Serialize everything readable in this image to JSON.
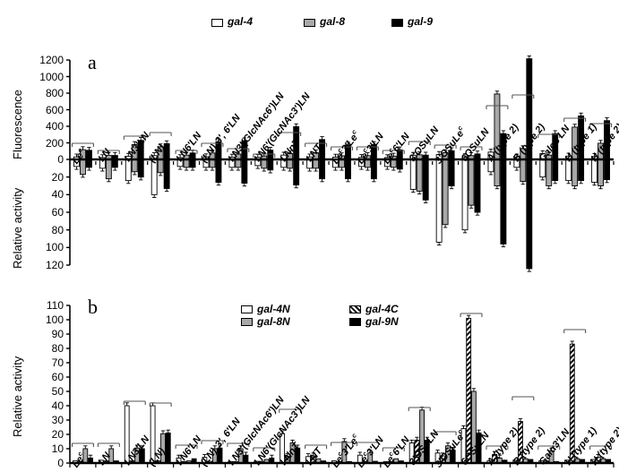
{
  "figure": {
    "panel_a_letter": "a",
    "panel_b_letter": "b",
    "axis_title_fluorescence": "Fluorescence",
    "axis_title_relative_activity": "Relative activity",
    "axis_title_relative_activity_b": "Relative activity"
  },
  "legend_a": {
    "items": [
      {
        "label": "gal-4",
        "swatch": "white-square"
      },
      {
        "label": "gal-8",
        "swatch": "gray-square"
      },
      {
        "label": "gal-9",
        "swatch": "black-square"
      }
    ]
  },
  "legend_b": {
    "items": [
      {
        "label": "gal-4N",
        "swatch": "white-square"
      },
      {
        "label": "gal-4C",
        "swatch": "hatched-square"
      },
      {
        "label": "gal-8N",
        "swatch": "gray-square"
      },
      {
        "label": "gal-9N",
        "swatch": "black-square"
      }
    ]
  },
  "chart_data": [
    {
      "type": "bar",
      "panel": "a",
      "title": "",
      "xlabel": "",
      "ylabel_upper": "Fluorescence",
      "ylabel_lower": "Relative activity",
      "ylim_upper": [
        0,
        1200
      ],
      "ylim_lower": [
        0,
        120
      ],
      "yticks_upper": [
        0,
        200,
        400,
        600,
        800,
        1000,
        1200
      ],
      "yticks_lower": [
        20,
        40,
        60,
        80,
        100,
        120
      ],
      "grid": false,
      "legend_position": "top-center",
      "categories": [
        "Le<sup>c</sup>",
        "LN",
        "LN3'LN",
        "(LN)<sub>3</sub>",
        "LN6'LN",
        "(LN)<sub>2</sub>3', 6'LN",
        "LN3'(GlcNAc6')LN",
        "LN6'(GlcNAc3')LN",
        "LNnT",
        "LNT",
        "Le<sup>c</sup>3'Le<sup>c</sup>",
        "Le<sup>c</sup>3'LN",
        "Le<sup>c</sup>6'LN",
        "3'OSuLN",
        "3'OSuLe<sup>c</sup>",
        "6OSuLN",
        "A (type 2)",
        "B (type 2)",
        "Gal&alpha;3'LN",
        "H (type 1)",
        "H (type 2)"
      ],
      "series": [
        {
          "name": "gal-4",
          "fluorescence": [
            30,
            22,
            38,
            46,
            22,
            32,
            28,
            25,
            52,
            30,
            28,
            24,
            22,
            50,
            60,
            34,
            88,
            30,
            70,
            40,
            36
          ],
          "relative_activity": [
            8,
            10,
            24,
            40,
            8,
            9,
            9,
            7,
            9,
            10,
            9,
            8,
            8,
            34,
            94,
            80,
            14,
            9,
            20,
            24,
            26
          ]
        },
        {
          "name": "gal-8",
          "fluorescence": [
            118,
            50,
            180,
            152,
            52,
            78,
            64,
            42,
            70,
            80,
            44,
            46,
            40,
            56,
            82,
            46,
            790,
            130,
            52,
            390,
            195
          ],
          "relative_activity": [
            17,
            22,
            14,
            15,
            9,
            9,
            9,
            10,
            10,
            10,
            9,
            9,
            9,
            36,
            74,
            52,
            30,
            25,
            30,
            30,
            30
          ]
        },
        {
          "name": "gal-9",
          "fluorescence": [
            110,
            48,
            230,
            190,
            78,
            215,
            225,
            112,
            395,
            240,
            175,
            180,
            116,
            52,
            105,
            66,
            312,
            1215,
            312,
            525,
            468
          ],
          "relative_activity": [
            9,
            9,
            20,
            33,
            9,
            26,
            27,
            12,
            29,
            22,
            22,
            22,
            11,
            46,
            30,
            60,
            96,
            124,
            24,
            24,
            23
          ]
        }
      ]
    },
    {
      "type": "bar",
      "panel": "b",
      "title": "",
      "xlabel": "",
      "ylabel": "Relative activity",
      "ylim": [
        0,
        110
      ],
      "yticks": [
        0,
        10,
        20,
        30,
        40,
        50,
        60,
        70,
        80,
        90,
        100,
        110
      ],
      "grid": false,
      "legend_position": "top-right",
      "categories": [
        "Le<sup>c</sup>",
        "LN",
        "LN3'LN",
        "(LN)<sub>3</sub>",
        "LN6'LN",
        "(LN)<sub>2</sub>3', 6'LN",
        "LN3'(GlcNAc6')LN",
        "LN6'(GlcNAc3')LN",
        "LNnT",
        "LNT",
        "Le<sup>c</sup>3'Le<sup>c</sup>",
        "Le<sup>c</sup>3'LN",
        "Le<sup>c</sup>6'LN",
        "3'OSuLN",
        "3'OSuLe<sup>c</sup>",
        "6OSuLN",
        "A (type 2)",
        "B (type 2)",
        "Gal&alpha;3'LN",
        "H (type 1)",
        "H (type 2)"
      ],
      "series": [
        {
          "name": "gal-4N",
          "values": [
            1.5,
            2.0,
            40.0,
            40.0,
            3.5,
            4.0,
            1.0,
            1.2,
            20.5,
            4.5,
            1.5,
            5.5,
            1.0,
            14.0,
            7.0,
            24.0,
            1.5,
            2.0,
            1.5,
            2.0,
            2.5
          ]
        },
        {
          "name": "gal-4C",
          "values": [
            1.2,
            1.5,
            1.5,
            1.5,
            1.0,
            1.2,
            1.0,
            1.2,
            4.5,
            5.0,
            1.0,
            1.0,
            1.0,
            16.0,
            5.0,
            101.0,
            6.0,
            29.0,
            1.5,
            83.0,
            4.0
          ]
        },
        {
          "name": "gal-8N",
          "values": [
            10.0,
            10.0,
            10.5,
            20.5,
            1.5,
            10.0,
            10.0,
            2.5,
            14.0,
            3.0,
            15.0,
            7.0,
            3.0,
            37.0,
            12.0,
            50.0,
            3.5,
            3.0,
            8.5,
            3.0,
            3.0
          ]
        },
        {
          "name": "gal-9N",
          "values": [
            3.5,
            1.5,
            10.0,
            21.0,
            3.0,
            10.5,
            5.5,
            3.5,
            10.5,
            1.5,
            1.0,
            1.2,
            1.5,
            16.0,
            9.0,
            21.0,
            2.0,
            2.5,
            1.0,
            2.5,
            2.5
          ]
        }
      ]
    }
  ],
  "colors": {
    "series_white": "#ffffff",
    "series_gray": "#a8a8a8",
    "series_black": "#000000",
    "axis": "#000000",
    "background": "#ffffff"
  }
}
